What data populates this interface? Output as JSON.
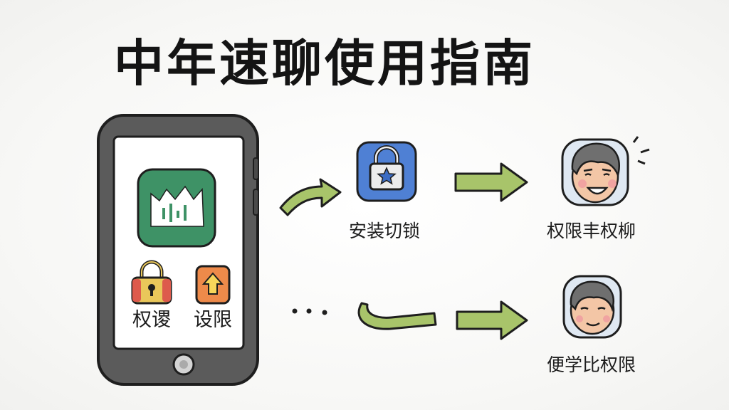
{
  "title": "中年速聊使用指南",
  "phone": {
    "app_icon": "chat-app-icon",
    "tiles": [
      {
        "icon": "padlock-icon",
        "label": "权谡",
        "color": "#e9c75a"
      },
      {
        "icon": "upload-arrow-icon",
        "label": "设限",
        "color": "#ee8a4a"
      }
    ],
    "app_color": "#3e9266"
  },
  "top_row": {
    "step_icon": "lock-star-icon",
    "step_label": "安装切锁",
    "result_icon": "smiling-man-icon",
    "result_label": "权限丰权柳"
  },
  "bottom_row": {
    "ellipsis": "· · ·",
    "result_icon": "calm-man-icon",
    "result_label": "便学比权限"
  },
  "colors": {
    "arrow_green": "#a8c46a",
    "lock_blue": "#4f80d4",
    "phone_body": "#5b5b5b"
  }
}
